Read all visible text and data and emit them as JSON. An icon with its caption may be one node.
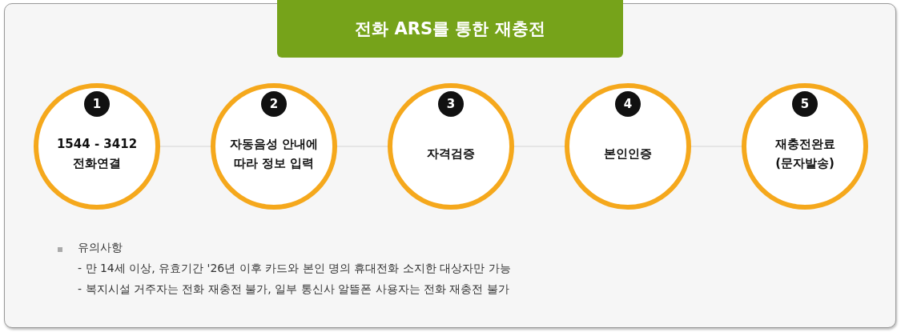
{
  "diagram": {
    "title": "전화 ARS를 통한 재충전",
    "nodes": [
      {
        "text": [
          "1",
          "1544 - 3412 전화연결"
        ]
      },
      {
        "text": [
          "2",
          "자동음성 안내에 따라 정보 입력"
        ]
      },
      {
        "text": [
          "3",
          "자격검증"
        ]
      },
      {
        "text": [
          "4",
          "본인인증"
        ]
      },
      {
        "text": [
          "5",
          "재충전완료 (문자발송)"
        ]
      }
    ],
    "edges": [
      {
        "from": 0,
        "to": 1,
        "arrow": "none"
      },
      {
        "from": 1,
        "to": 2,
        "arrow": "none"
      },
      {
        "from": 2,
        "to": 3,
        "arrow": "none"
      },
      {
        "from": 3,
        "to": 4,
        "arrow": "none"
      }
    ],
    "labels": [
      "유의사항",
      "- 만 14세 이상, 유효기간 '26년 이후 카드와 본인 명의 휴대전화 소지한 대상자만 가능",
      "- 복지시설 거주자는 전화 재충전 불가, 일부 통신사 알뜰폰 사용자는 전화 재충전 불가"
    ]
  }
}
